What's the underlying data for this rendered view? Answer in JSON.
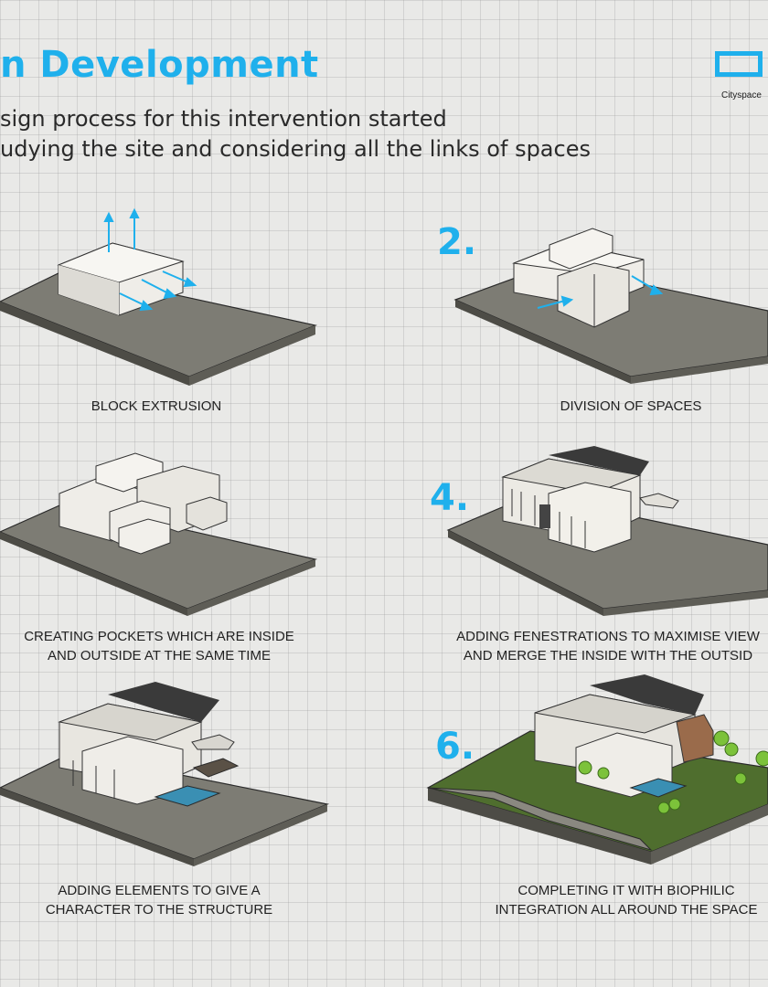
{
  "header": {
    "title": "n Development",
    "intro_lines": [
      "sign process for this intervention started",
      "udying the site and considering all the links of spaces"
    ]
  },
  "logo": {
    "text": "Cityspace",
    "color": "#1fb0ec"
  },
  "colors": {
    "accent": "#1fb0ec",
    "ground": "#7d7c74",
    "block": "#f1efea"
  },
  "steps": [
    {
      "number": "",
      "caption_lines": [
        "BLOCK EXTRUSION"
      ]
    },
    {
      "number": "2.",
      "caption_lines": [
        "DIVISION OF SPACES"
      ]
    },
    {
      "number": "",
      "caption_lines": [
        "CREATING POCKETS WHICH ARE INSIDE",
        "AND OUTSIDE AT THE SAME TIME"
      ]
    },
    {
      "number": "4.",
      "caption_lines": [
        "ADDING FENESTRATIONS TO MAXIMISE VIEW",
        "AND MERGE THE INSIDE WITH THE OUTSID"
      ]
    },
    {
      "number": "",
      "caption_lines": [
        "ADDING ELEMENTS TO GIVE A",
        "CHARACTER TO THE STRUCTURE"
      ]
    },
    {
      "number": "6.",
      "caption_lines": [
        "COMPLETING IT WITH BIOPHILIC",
        "INTEGRATION ALL AROUND THE SPACE"
      ]
    }
  ]
}
